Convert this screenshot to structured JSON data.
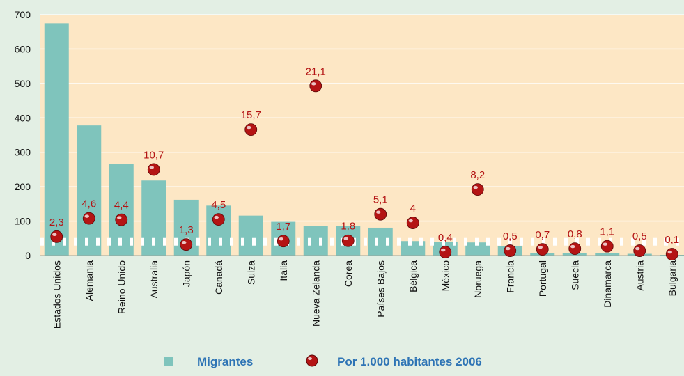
{
  "colors": {
    "background": "#e3efe4",
    "plot_area": "#fde7c5",
    "bar": "#7fc4bc",
    "marker": "#b41414",
    "label": "#b41414",
    "legend_text": "#2e74b5"
  },
  "legend": {
    "migrantes": "Migrantes",
    "por_mil": "Por 1.000 habitantes 2006"
  },
  "chart_data": {
    "type": "bar",
    "title": "",
    "xlabel": "",
    "ylabel": "",
    "ylim": [
      0,
      700
    ],
    "yticks": [
      0,
      100,
      200,
      300,
      400,
      500,
      600,
      700
    ],
    "ytick_labels": [
      "0",
      "100",
      "200",
      "300",
      "400",
      "500",
      "600",
      "700"
    ],
    "grid": true,
    "legend_position": "bottom",
    "categories": [
      "Estados Unidos",
      "Alemania",
      "Reino Unido",
      "Australia",
      "Japón",
      "Canadá",
      "Suiza",
      "Italia",
      "Nueva Zelanda",
      "Corea",
      "Países Bajos",
      "Bélgica",
      "México",
      "Noruega",
      "Francia",
      "Portugal",
      "Suecia",
      "Dinamarca",
      "Austria",
      "Bulgaria"
    ],
    "series": [
      {
        "name": "Migrantes",
        "type": "bar",
        "values": [
          675,
          378,
          265,
          218,
          162,
          145,
          116,
          98,
          86,
          85,
          81,
          42,
          40,
          38,
          28,
          8,
          8,
          7,
          5,
          2
        ]
      },
      {
        "name": "Por 1.000 habitantes 2006",
        "type": "scatter",
        "positions": [
          55,
          108,
          104,
          250,
          32,
          105,
          366,
          42,
          493,
          43,
          120,
          95,
          10,
          192,
          14,
          18,
          20,
          27,
          14,
          4
        ],
        "labels": [
          "2,3",
          "4,6",
          "4,4",
          "10,7",
          "1,3",
          "4,5",
          "15,7",
          "1,7",
          "21,1",
          "1,8",
          "5,1",
          "4",
          "0,4",
          "8,2",
          "0,5",
          "0,7",
          "0,8",
          "1,1",
          "0,5",
          "0,1"
        ]
      }
    ]
  }
}
